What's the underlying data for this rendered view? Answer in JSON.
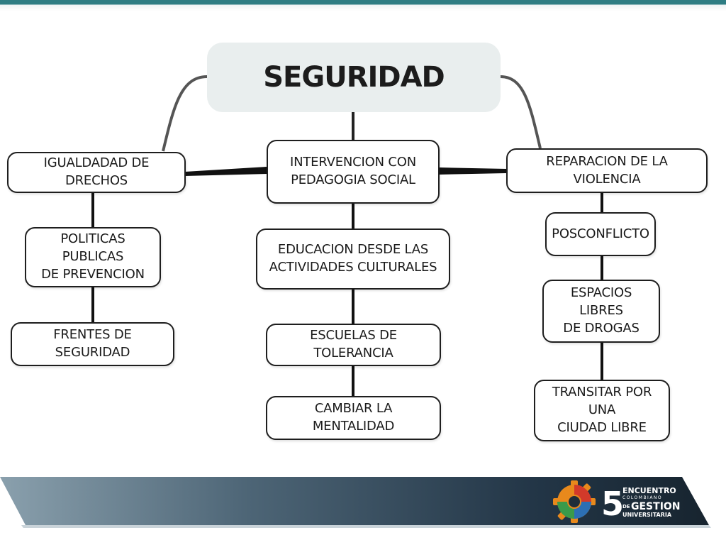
{
  "diagram": {
    "root": "SEGURIDAD",
    "branches": [
      {
        "label": "IGUALDADAD DE DRECHOS",
        "children": [
          "POLITICAS PUBLICAS\nDE PREVENCION",
          "FRENTES DE SEGURIDAD"
        ]
      },
      {
        "label": "INTERVENCION CON\nPEDAGOGIA SOCIAL",
        "children": [
          "EDUCACION DESDE LAS\nACTIVIDADES CULTURALES",
          "ESCUELAS DE TOLERANCIA",
          "CAMBIAR LA MENTALIDAD"
        ]
      },
      {
        "label": "REPARACION DE LA VIOLENCIA",
        "children": [
          "POSCONFLICTO",
          "ESPACIOS LIBRES\nDE DROGAS",
          "TRANSITAR POR UNA\nCIUDAD LIBRE"
        ]
      }
    ]
  },
  "logo": {
    "number": "5",
    "line1": "ENCUENTRO",
    "line2": "COLOMBIANO",
    "line3": "DE",
    "line4": "GESTION",
    "line5": "UNIVERSITARIA"
  },
  "colors": {
    "top_bar": "#2e7d83",
    "footer_light": "#7f97a6",
    "footer_dark": "#1c2c3a",
    "node_border": "#1e1e1e",
    "root_fill": "#e9eeee"
  }
}
